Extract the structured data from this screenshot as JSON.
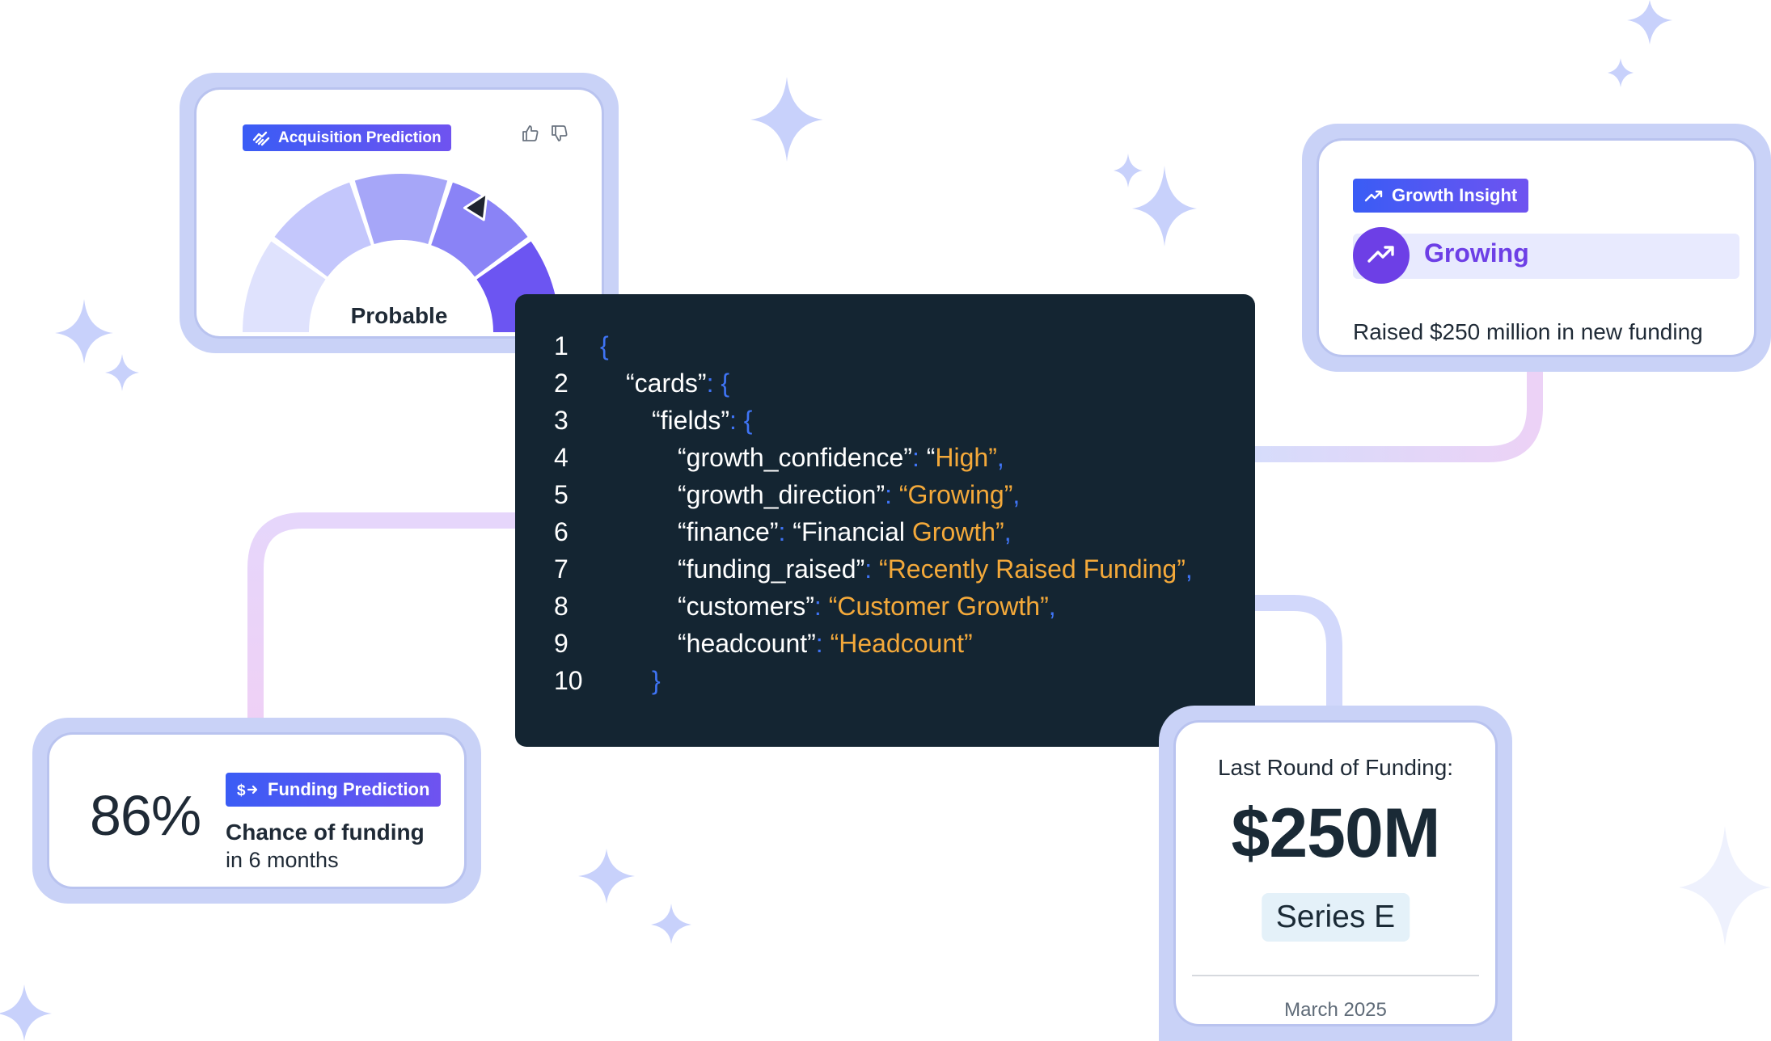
{
  "acquisition_card": {
    "badge_label": "Acquisition Prediction",
    "badge_icon": "handshake-icon",
    "gauge_label": "Probable",
    "thumbs_up_icon": "thumbs-up-icon",
    "thumbs_down_icon": "thumbs-down-icon",
    "gauge_segments_total": 5,
    "gauge_level": 4
  },
  "growth_card": {
    "badge_label": "Growth Insight",
    "badge_icon": "trend-up-icon",
    "status": "Growing",
    "description": "Raised $250 million in new funding"
  },
  "funding_card": {
    "percent": "86%",
    "badge_label": "Funding Prediction",
    "badge_icon": "dollar-arrow-icon",
    "line1": "Chance of funding",
    "line2": "in 6 months"
  },
  "round_card": {
    "title": "Last Round of Funding:",
    "amount": "$250M",
    "series": "Series E",
    "date": "March 2025"
  },
  "code": {
    "lines": [
      {
        "n": "1",
        "parts": [
          {
            "t": "{",
            "c": "p"
          }
        ]
      },
      {
        "n": "2",
        "parts": [
          {
            "t": "“cards”",
            "c": "k"
          },
          {
            "t": ": {",
            "c": "p"
          }
        ]
      },
      {
        "n": "3",
        "parts": [
          {
            "t": "“fields”",
            "c": "k"
          },
          {
            "t": ": {",
            "c": "p"
          }
        ]
      },
      {
        "n": "4",
        "parts": [
          {
            "t": "“growth_confidence”",
            "c": "k"
          },
          {
            "t": ": ",
            "c": "p"
          },
          {
            "t": "“",
            "c": "k"
          },
          {
            "t": "High”",
            "c": "v"
          },
          {
            "t": ",",
            "c": "p"
          }
        ]
      },
      {
        "n": "5",
        "parts": [
          {
            "t": "“growth_direction”",
            "c": "k"
          },
          {
            "t": ": ",
            "c": "p"
          },
          {
            "t": "“Growing”",
            "c": "v"
          },
          {
            "t": ",",
            "c": "p"
          }
        ]
      },
      {
        "n": "6",
        "parts": [
          {
            "t": "“finance”",
            "c": "k"
          },
          {
            "t": ": ",
            "c": "p"
          },
          {
            "t": "“Financial ",
            "c": "k"
          },
          {
            "t": "Growth”",
            "c": "v"
          },
          {
            "t": ",",
            "c": "p"
          }
        ]
      },
      {
        "n": "7",
        "parts": [
          {
            "t": "“funding_raised”",
            "c": "k"
          },
          {
            "t": ": ",
            "c": "p"
          },
          {
            "t": "“Recently Raised Funding”",
            "c": "v"
          },
          {
            "t": ",",
            "c": "p"
          }
        ]
      },
      {
        "n": "8",
        "parts": [
          {
            "t": "“customers”",
            "c": "k"
          },
          {
            "t": ": ",
            "c": "p"
          },
          {
            "t": "“Customer Growth”",
            "c": "v"
          },
          {
            "t": ",",
            "c": "p"
          }
        ]
      },
      {
        "n": "9",
        "parts": [
          {
            "t": "“headcount”",
            "c": "k"
          },
          {
            "t": ": ",
            "c": "p"
          },
          {
            "t": "“Headcount”",
            "c": "v"
          }
        ]
      },
      {
        "n": "10",
        "parts": [
          {
            "t": "}",
            "c": "p"
          }
        ]
      }
    ]
  },
  "colors": {
    "code_bg": "#142532",
    "code_key": "#ffffff",
    "code_punct": "#3f74f5",
    "code_value": "#f4a93a",
    "badge_start": "#3a5cf5",
    "badge_end": "#6f53f0",
    "growing_purple": "#6d3fe6",
    "card_frame": "#c9d2f7"
  }
}
